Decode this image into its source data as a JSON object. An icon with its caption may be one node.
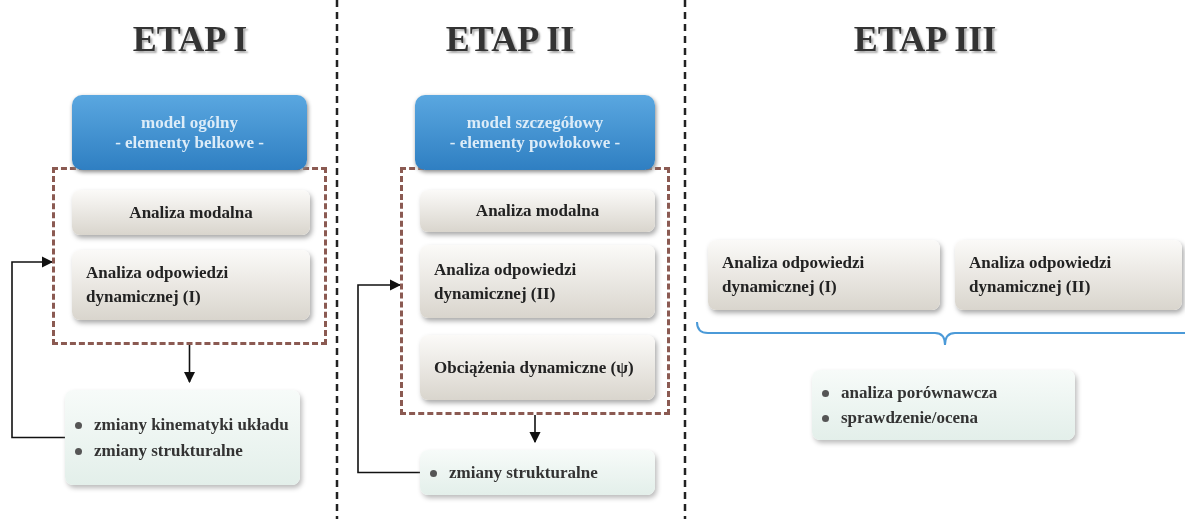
{
  "diagram": {
    "nodes": [
      {
        "text": [
          "model ogólny",
          "- elementy belkowe -"
        ]
      },
      {
        "text": [],
        "shape": "box"
      },
      {
        "text": [
          "Analiza modalna"
        ],
        "in": 1
      },
      {
        "text": [
          "Analiza odpowiedzi dynamicznej (I)"
        ],
        "in": 1
      },
      {
        "text": [
          "zmiany kinematyki układu",
          "zmiany strukturalne"
        ]
      },
      {
        "text": [
          "model szczegółowy",
          "- elementy powłokowe -"
        ]
      },
      {
        "text": [],
        "shape": "box"
      },
      {
        "text": [
          "Analiza modalna"
        ],
        "in": 6
      },
      {
        "text": [
          "Analiza odpowiedzi dynamicznej (II)"
        ],
        "in": 6
      },
      {
        "text": [
          "Obciążenia dynamiczne (ψ)"
        ],
        "in": 6
      },
      {
        "text": [
          "zmiany strukturalne"
        ]
      },
      {
        "text": [
          "Analiza odpowiedzi dynamicznej (I)"
        ]
      },
      {
        "text": [
          "Analiza odpowiedzi dynamicznej (II)"
        ]
      },
      {
        "text": [
          "analiza porównawcza",
          "sprawdzenie/ocena"
        ]
      }
    ],
    "edges": [
      {
        "from": 1,
        "to": 4,
        "arrow": "to"
      },
      {
        "from": 4,
        "to": 1,
        "arrow": "to"
      },
      {
        "from": 6,
        "to": 10,
        "arrow": "to"
      },
      {
        "from": 10,
        "to": 6,
        "arrow": "to"
      }
    ],
    "labels": [
      "ETAP I",
      "ETAP II",
      "ETAP III"
    ]
  }
}
